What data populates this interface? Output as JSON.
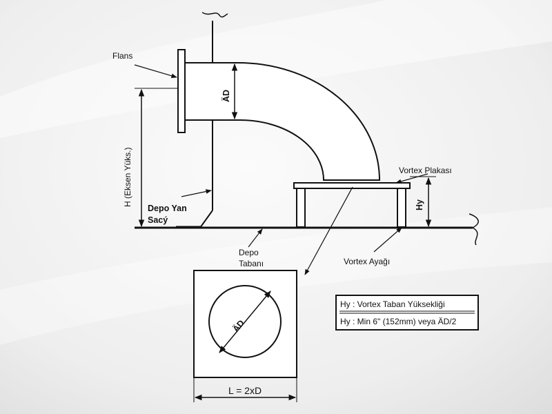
{
  "labels": {
    "flange": "Flans",
    "tank_wall": "Depo Yan Sacý",
    "tank_wall_line1": "Depo Yan",
    "tank_wall_line2": "Sacý",
    "tank_bottom_line1": "Depo",
    "tank_bottom_line2": "Tabanı",
    "vortex_plate": "Vortex Plakası",
    "vortex_leg": "Vortex Ayağı",
    "height_axis": "H (Eksen Yüks.)",
    "hy": "Hy",
    "diameter": "ÄD",
    "length": "L = 2xD"
  },
  "legend": {
    "line1": "Hy : Vortex Taban Yüksekliği",
    "line2": "Hy : Min 6\" (152mm) veya ÄD/2"
  },
  "colors": {
    "background": "#f2f2f2",
    "line": "#111111",
    "fill": "#ffffff"
  }
}
